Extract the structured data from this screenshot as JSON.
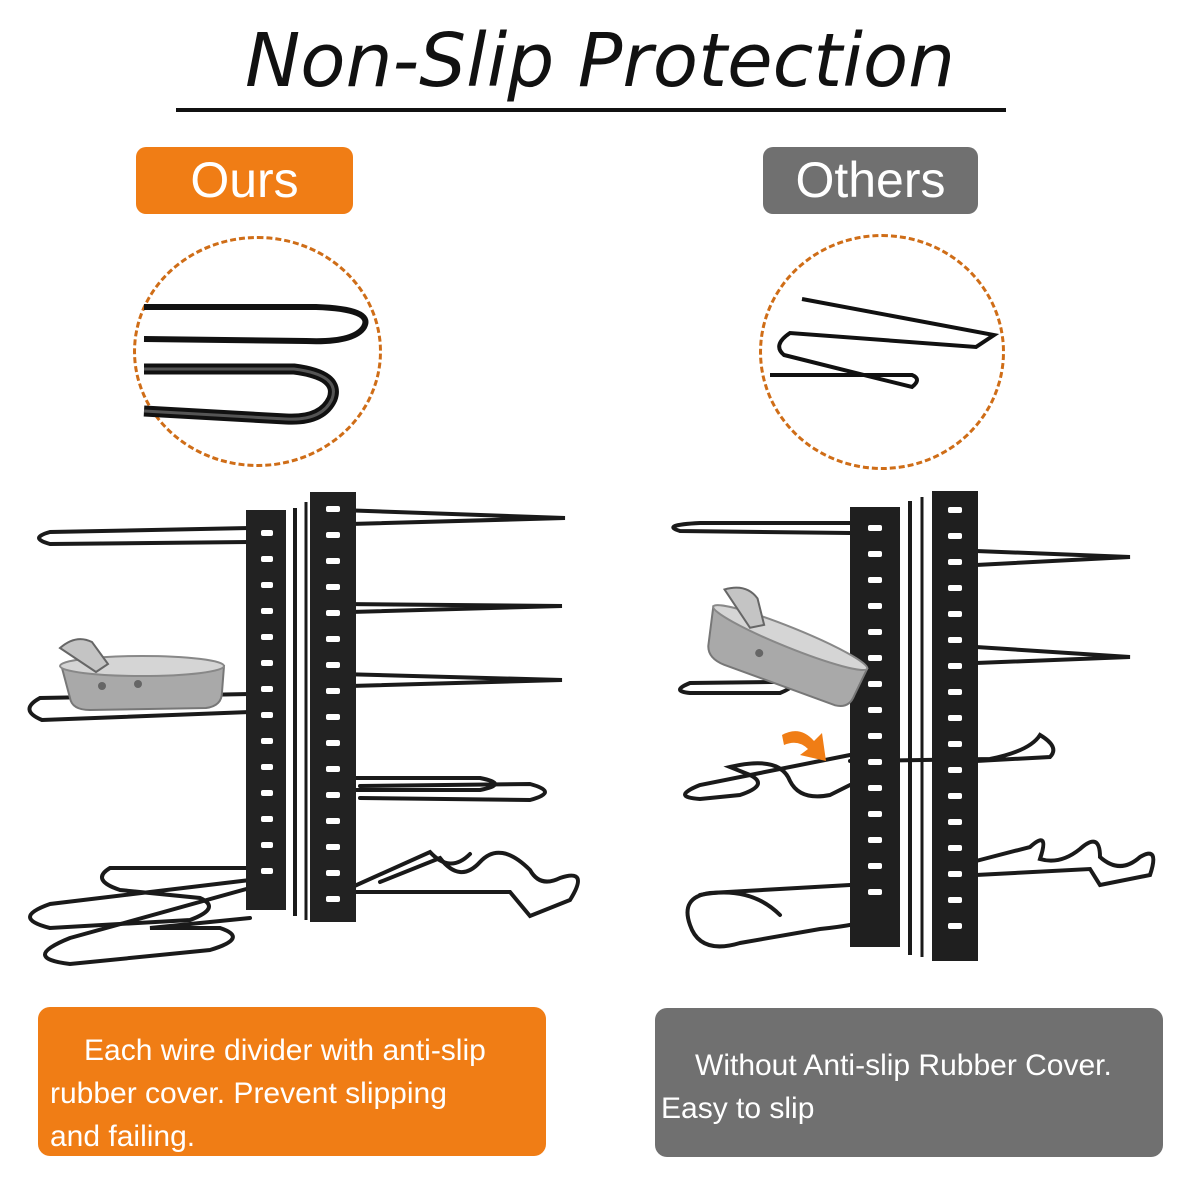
{
  "title": "Non-Slip Protection",
  "badges": {
    "ours": "Ours",
    "others": "Others"
  },
  "notes": {
    "ours": [
      "Each wire divider with anti-slip",
      "rubber cover. Prevent slipping",
      "and failing."
    ],
    "others": [
      "Without Anti-slip Rubber Cover.",
      "Easy to slip"
    ]
  },
  "colors": {
    "accent_orange": "#f07d15",
    "gray": "#707070",
    "dash_circle": "#cf6d17",
    "rack": "#1a1a1a"
  },
  "icons": {
    "slip_arrow": "curved-arrow-icon"
  }
}
